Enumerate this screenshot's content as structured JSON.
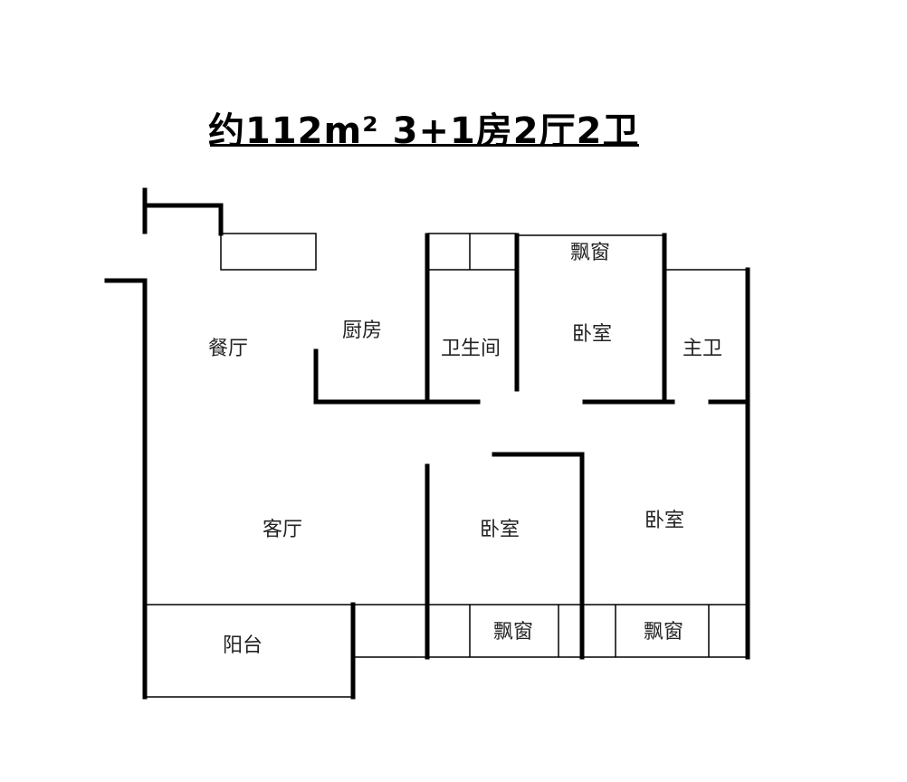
{
  "title": "约112m² 3+1房2厅2卫",
  "rooms": {
    "dining": "餐厅",
    "kitchen": "厨房",
    "bathroom": "卫生间",
    "bay_window_top": "飘窗",
    "bedroom_top": "卧室",
    "master_bath": "主卫",
    "living": "客厅",
    "bedroom_middle": "卧室",
    "bedroom_right": "卧室",
    "balcony": "阳台",
    "bay_window_middle": "飘窗",
    "bay_window_right": "飘窗"
  }
}
